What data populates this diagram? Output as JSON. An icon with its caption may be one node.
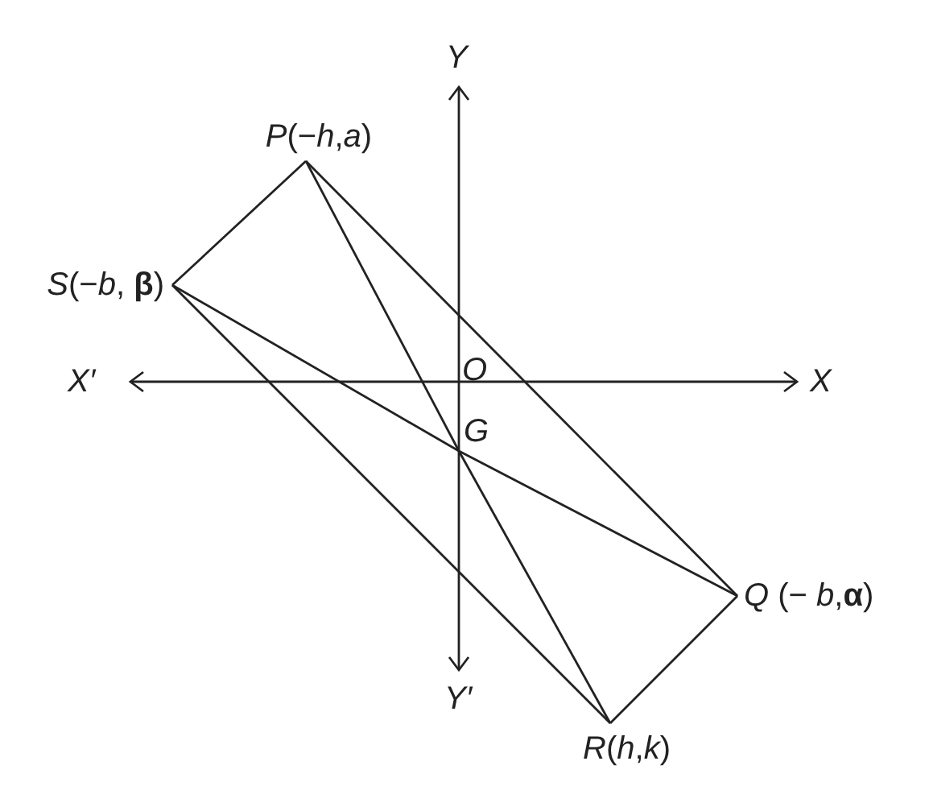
{
  "diagram": {
    "nodes": [
      {
        "text": [
          "*P*(−*h*,*a*)"
        ]
      },
      {
        "text": [
          "*S*(−*b*, **β**)"
        ]
      },
      {
        "text": [
          "*G*"
        ]
      },
      {
        "text": [
          "*Q* (− *b*,**α**)"
        ]
      },
      {
        "text": [
          "*R*(*h*,*k*)"
        ]
      }
    ],
    "edges": [
      {
        "from": 0,
        "to": 1,
        "arrow": "none"
      },
      {
        "from": 1,
        "to": 4,
        "arrow": "none"
      },
      {
        "from": 4,
        "to": 3,
        "arrow": "none"
      },
      {
        "from": 3,
        "to": 0,
        "arrow": "none"
      },
      {
        "from": 0,
        "to": 2,
        "arrow": "none"
      },
      {
        "from": 2,
        "to": 4,
        "arrow": "none"
      },
      {
        "from": 1,
        "to": 2,
        "arrow": "none"
      },
      {
        "from": 2,
        "to": 3,
        "arrow": "none"
      }
    ],
    "labels": [
      "Y",
      "X′",
      "O",
      "X",
      "Y′"
    ]
  }
}
